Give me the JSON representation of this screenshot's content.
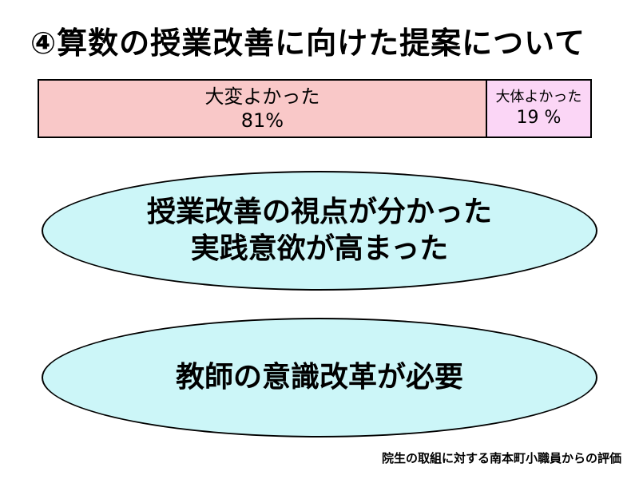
{
  "title": "④算数の授業改善に向けた提案について",
  "rating_bar": {
    "segments": [
      {
        "label": "大変よかった",
        "value": "81%",
        "percent": 81,
        "color": "#f9c8c8"
      },
      {
        "label": "大体よかった",
        "value": "19 %",
        "percent": 19,
        "color": "#fbd6f6"
      }
    ]
  },
  "ellipses": [
    {
      "lines": [
        "授業改善の視点が分かった",
        "実践意欲が高まった"
      ],
      "color": "#ccf6f8"
    },
    {
      "lines": [
        "教師の意識改革が必要"
      ],
      "color": "#ccf6f8"
    }
  ],
  "footer": "院生の取組に対する南本町小職員からの評価"
}
